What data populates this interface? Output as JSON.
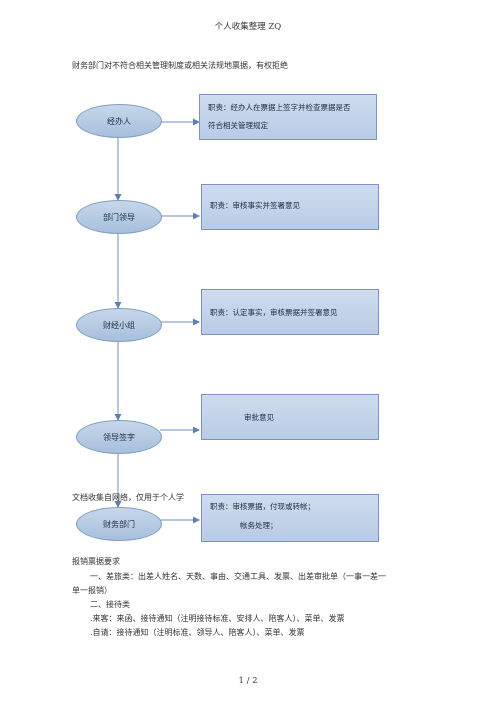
{
  "header": "个人收集整理 ZQ",
  "intro": "财务部门对不符合相关管理制度或相关法规地票据，有权拒绝",
  "nodes": [
    {
      "label": "经办人"
    },
    {
      "label": "部门领导"
    },
    {
      "label": "财经小组"
    },
    {
      "label": "领导签字"
    },
    {
      "label": "财务部门"
    }
  ],
  "duties": [
    {
      "line1": "职责：经办人在票据上签字并检查票据是否",
      "line2": "符合相关管理规定"
    },
    {
      "line1": "职责：审核事实并签署意见",
      "line2": ""
    },
    {
      "line1": "职责：认定事实，审核票据并签署意见",
      "line2": ""
    },
    {
      "line1": "审批意见",
      "line2": ""
    },
    {
      "line1": "职责：审核票据，付现或转帐；",
      "line2": "帐务处理；"
    }
  ],
  "watermark_note": "文档收集自网络，仅用于个人学",
  "section": {
    "title": "报销票据要求",
    "line1": "一、差旅类：出差人姓名、天数、事由、交通工具、发票、出差审批单（一事一差一",
    "line2": "单一报销）",
    "line3": "二、接待类",
    ".line4": "",
    "line4": ".来客：来函、接待通知（注明接待标准、安排人、陪客人）、菜单、发票",
    "line5": ".自请：接待通知（注明标准、领导人、陪客人）、菜单、发票"
  },
  "footer": "1 / 2",
  "colors": {
    "node_fill": "#b3c8e2",
    "box_fill": "#c3d4ea",
    "line": "#6f8fbd"
  }
}
